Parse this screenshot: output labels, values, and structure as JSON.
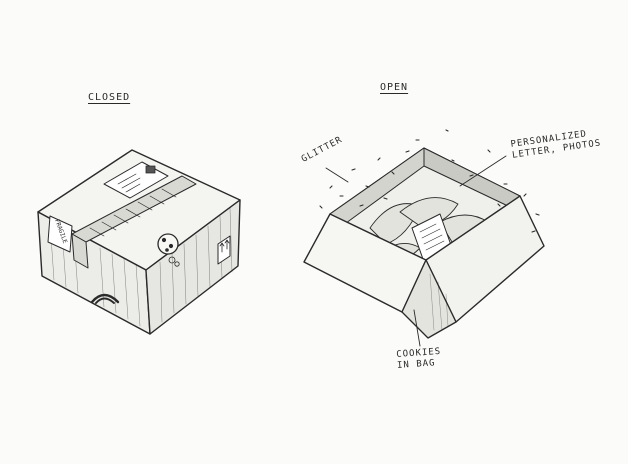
{
  "labels": {
    "closed_title": "CLOSED",
    "open_title": "OPEN",
    "glitter": "GLITTER",
    "letter_note": [
      "PERSONALIZED",
      "LETTER, PHOTOS"
    ],
    "cookies_note": [
      "COOKIES",
      "IN BAG"
    ]
  },
  "stickers": {
    "fragile": "FRAGILE"
  },
  "colors": {
    "ink": "#2a2a2a",
    "paper": "#fbfbf9"
  }
}
